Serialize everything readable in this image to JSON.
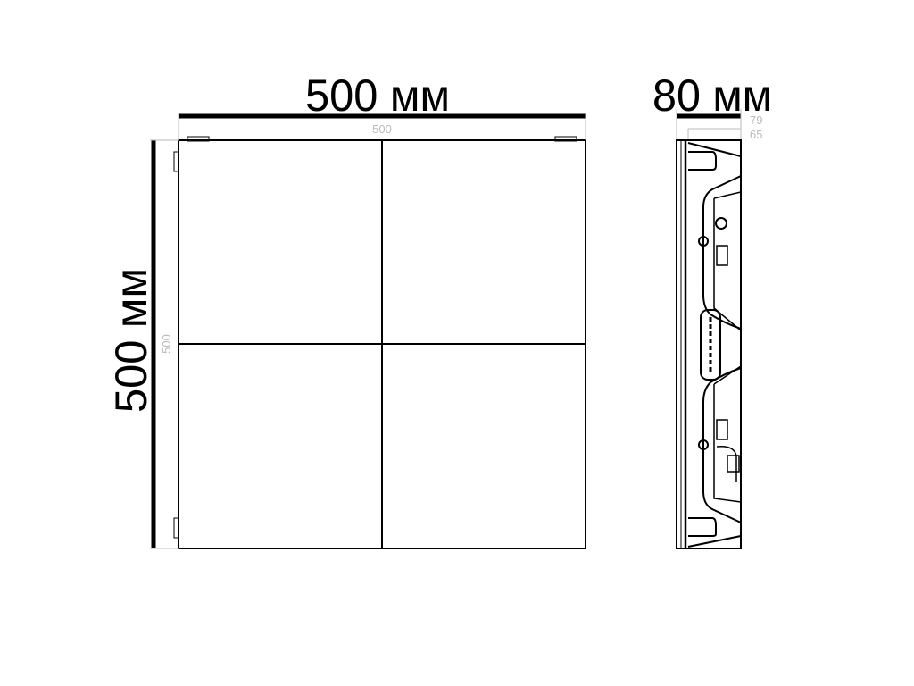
{
  "front_view": {
    "width_label": "500 мм",
    "height_label": "500 мм",
    "width_dim_faint": "500",
    "height_dim_faint": "500",
    "modules_grid": "2x2"
  },
  "side_view": {
    "depth_label": "80 мм",
    "depth_dim_outer": "79",
    "depth_dim_inner": "65"
  }
}
